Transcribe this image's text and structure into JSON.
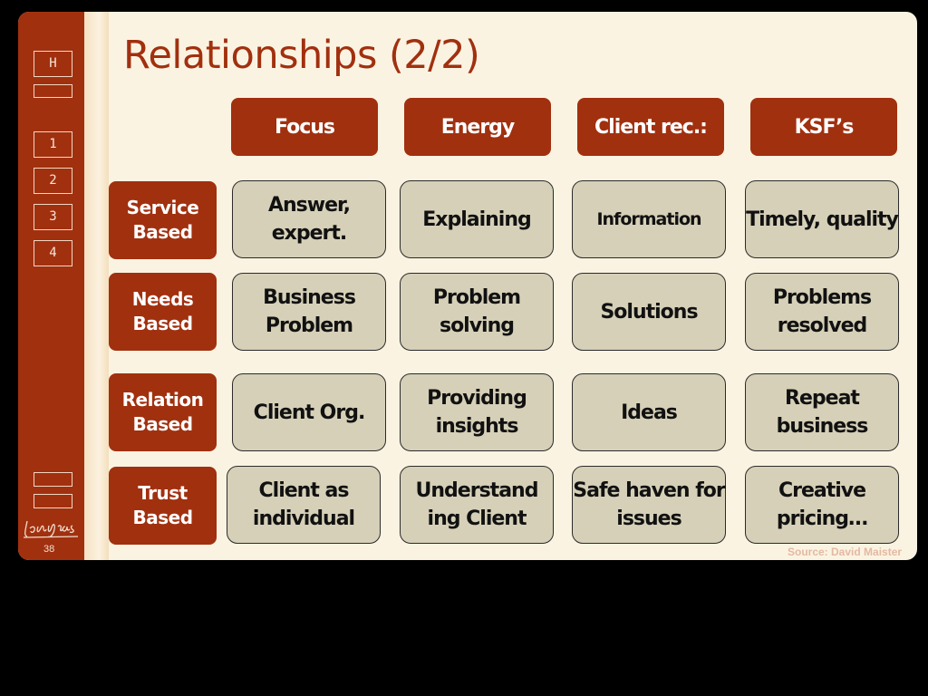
{
  "slide": {
    "title": "Relationships (2/2)",
    "page_number": "38",
    "source": "Source: David Maister"
  },
  "nav": {
    "home": "H",
    "items": [
      "1",
      "2",
      "3",
      "4"
    ]
  },
  "headers": [
    "Focus",
    "Energy",
    "Client rec.:",
    "KSF’s"
  ],
  "rows": [
    {
      "label": "Service Based",
      "cells": [
        "Answer, expert.",
        "Explaining",
        "Information",
        "Timely, quality"
      ]
    },
    {
      "label": "Needs Based",
      "cells": [
        "Business Problem",
        "Problem solving",
        "Solutions",
        "Problems resolved"
      ]
    },
    {
      "label": "Relation Based",
      "cells": [
        "Client Org.",
        "Providing insights",
        "Ideas",
        "Repeat business"
      ]
    },
    {
      "label": "Trust Based",
      "cells": [
        "Client as individual",
        "Understand ing Client",
        "Safe haven for issues",
        "Creative pricing…"
      ]
    }
  ],
  "colors": {
    "brand": "#a1300f",
    "cell_fill": "#d6d0b8",
    "background": "#fbf3e2"
  }
}
